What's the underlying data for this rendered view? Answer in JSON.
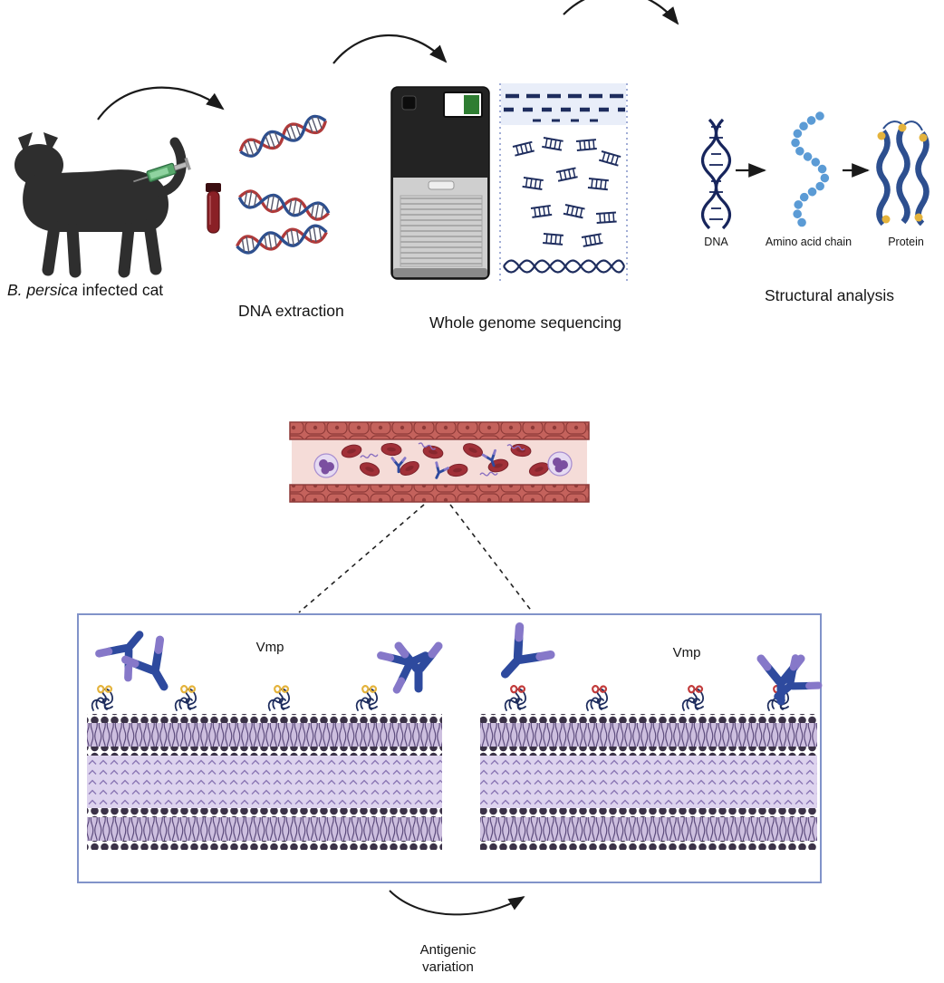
{
  "workflow": {
    "cat_label_italic": "B. persica",
    "cat_label_rest": " infected cat",
    "dna_extraction": "DNA extraction",
    "wgs": "Whole genome sequencing",
    "structural": "Structural analysis",
    "dna": "DNA",
    "amino_chain": "Amino acid chain",
    "protein": "Protein"
  },
  "membrane_panel": {
    "vmp_left": "Vmp",
    "vmp_right": "Vmp",
    "antigenic_variation": "Antigenic variation"
  },
  "colors": {
    "navy": "#1e2d5e",
    "dna_strand_red": "#b03a3a",
    "dna_strand_blue": "#2d4f8f",
    "antibody_navy": "#2e4a9e",
    "antibody_purple": "#8678c9",
    "vmp_loop_yellow": "#e4b33c",
    "vmp_loop_red": "#c23b3b",
    "membrane_purple": "#ddd3ee",
    "membrane_dot": "#3b3247",
    "vessel_wall": "#c4625c",
    "rbc_red": "#a13038",
    "wbc_purple": "#7b4fa0",
    "box_border": "#8193c9",
    "bead_blue": "#5b9bd5",
    "syringe_green": "#58a86b"
  },
  "icons": [
    "cat-icon",
    "syringe-icon",
    "blood-tube-icon",
    "dna-helix-icon",
    "sequencer-icon",
    "dna-fragments-panel",
    "curved-arrow-icon",
    "straight-arrow-icon",
    "dna-vertical-icon",
    "amino-acid-chain-icon",
    "protein-ribbon-icon",
    "blood-vessel-icon",
    "red-blood-cell-icon",
    "white-blood-cell-icon",
    "spirochete-icon",
    "antibody-icon",
    "vmp-protein-icon",
    "lipid-bilayer-icon",
    "zoom-dashed-lines"
  ]
}
